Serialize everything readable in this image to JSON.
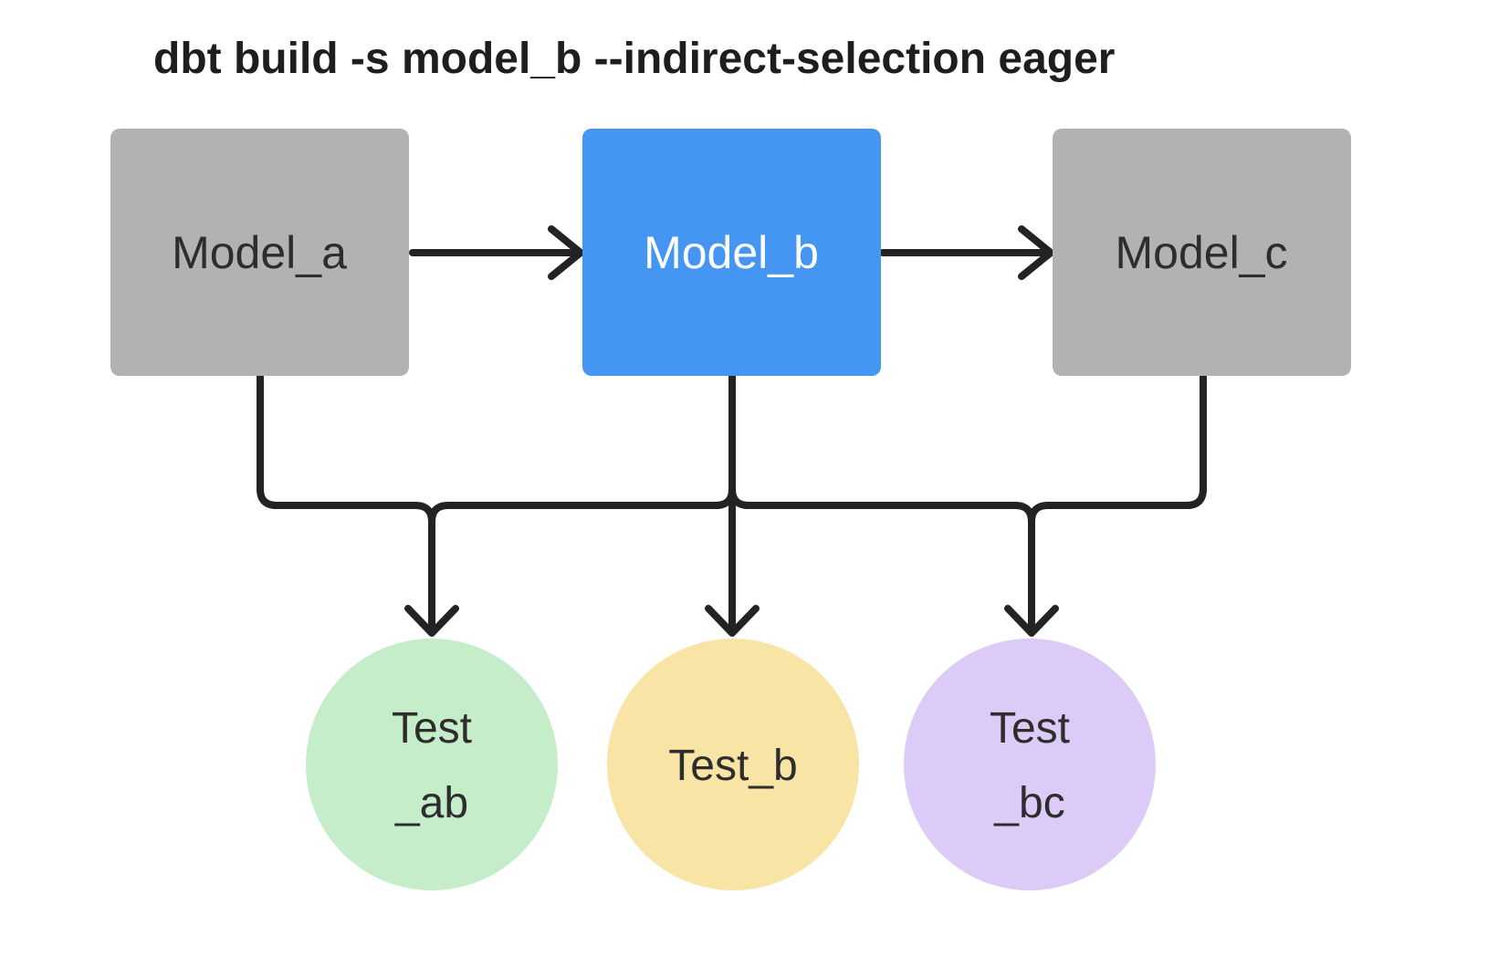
{
  "title": {
    "text": "dbt build -s model_b --indirect-selection eager",
    "color": "#1e1e1e"
  },
  "canvas": {
    "background": "#ffffff",
    "edge_color": "#232323"
  },
  "nodes": {
    "model_a": {
      "label": "Model_a",
      "shape": "rectangle",
      "fill": "#b2b2b2",
      "text_color": "#2d2d2d"
    },
    "model_b": {
      "label": "Model_b",
      "shape": "rectangle",
      "fill": "#4596f3",
      "text_color": "#ffffff"
    },
    "model_c": {
      "label": "Model_c",
      "shape": "rectangle",
      "fill": "#b2b2b2",
      "text_color": "#2d2d2d"
    },
    "test_ab": {
      "label": "Test_ab",
      "line1": "Test",
      "line2": "_ab",
      "shape": "circle",
      "fill": "#c6edca",
      "text_color": "#2d2d2d"
    },
    "test_b": {
      "label": "Test_b",
      "line1": "Test_b",
      "shape": "circle",
      "fill": "#f8e5a6",
      "text_color": "#2d2d2d"
    },
    "test_bc": {
      "label": "Test_bc",
      "line1": "Test",
      "line2": "_bc",
      "shape": "circle",
      "fill": "#ddcbf7",
      "text_color": "#2d2d2d"
    }
  },
  "edges": [
    {
      "from": "Model_a",
      "to": "Model_b"
    },
    {
      "from": "Model_b",
      "to": "Model_c"
    },
    {
      "from": "Model_a",
      "to": "Test_ab"
    },
    {
      "from": "Model_b",
      "to": "Test_ab"
    },
    {
      "from": "Model_b",
      "to": "Test_b"
    },
    {
      "from": "Model_b",
      "to": "Test_bc"
    },
    {
      "from": "Model_c",
      "to": "Test_bc"
    }
  ]
}
